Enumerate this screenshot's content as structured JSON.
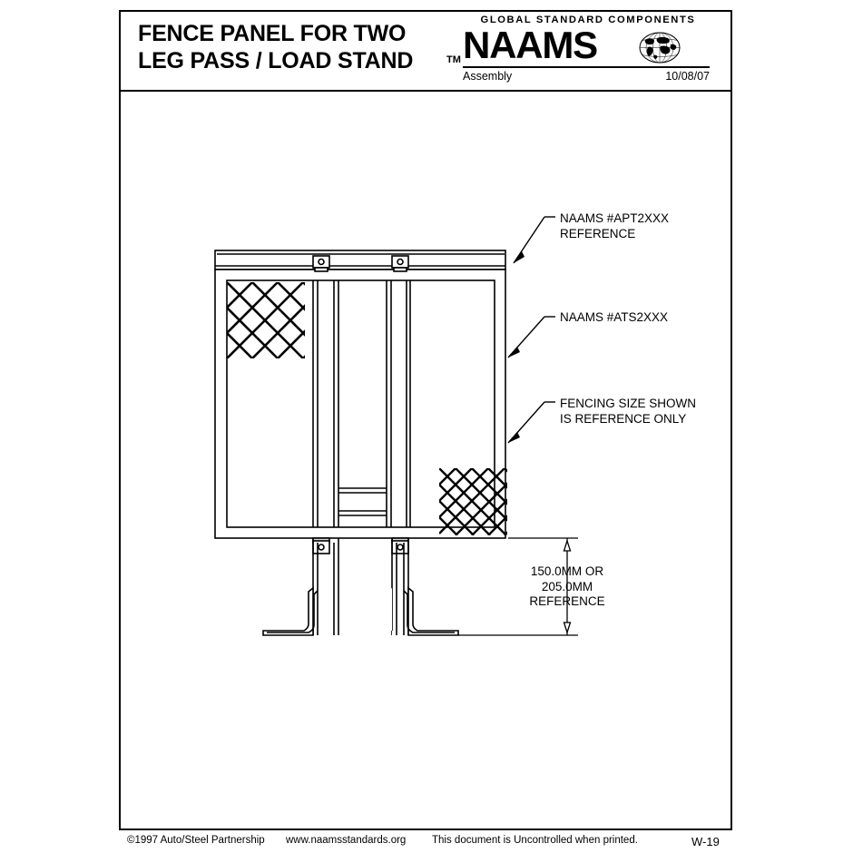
{
  "header": {
    "title": "FENCE PANEL FOR TWO\nLEG PASS / LOAD STAND",
    "trademark": "TM",
    "brand_tagline": "GLOBAL STANDARD COMPONENTS",
    "brand_name": "NAAMS",
    "globe_icon": "globe-icon",
    "doc_type": "Assembly",
    "date": "10/08/07"
  },
  "callouts": {
    "apt": "NAAMS #APT2XXX\nREFERENCE",
    "ats": "NAAMS #ATS2XXX",
    "fencing": "FENCING SIZE SHOWN\nIS REFERENCE ONLY",
    "dimension": "150.0MM OR\n205.0MM\nREFERENCE"
  },
  "footer": {
    "copyright": "©1997 Auto/Steel Partnership",
    "website": "www.naamsstandards.org",
    "uncontrolled": "This document is Uncontrolled when printed.",
    "page": "W-19"
  },
  "drawing": {
    "title": "fence-panel-elevation-view",
    "line_color": "#000000",
    "fill_color": "#ffffff",
    "parts": [
      "top-rail",
      "panel-frame",
      "vertical-post-left",
      "vertical-post-right",
      "cross-brace-upper",
      "cross-brace-lower",
      "mesh-upper-left",
      "mesh-lower-right",
      "mount-bracket-top-left",
      "mount-bracket-top-right",
      "mount-bracket-bottom-left",
      "mount-bracket-bottom-right",
      "leg-left",
      "leg-right",
      "foot-left",
      "foot-right",
      "dimension-line-height"
    ]
  }
}
